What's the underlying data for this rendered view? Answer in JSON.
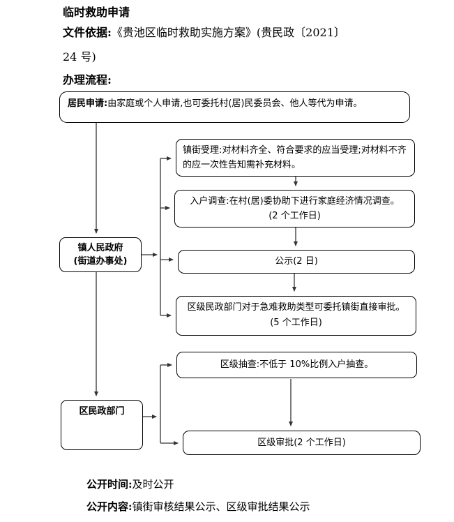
{
  "header": {
    "title": "临时救助申请",
    "basis_label": "文件依据:",
    "basis_text": "《贵池区临时救助实施方案》(贵民政〔2021〕",
    "basis_cont": "24 号)",
    "process_label": "办理流程:"
  },
  "flowchart": {
    "apply": {
      "label": "居民申请:",
      "text": "由家庭或个人申请,也可委托村(居)民委员会、他人等代为申请。"
    },
    "town": {
      "line1": "镇人民政府",
      "line2": "(街道办事处)"
    },
    "district": {
      "label": "区民政部门"
    },
    "accept": {
      "text": "镇街受理:对材料齐全、符合要求的应当受理;对材料不齐的应一次性告知需补充材料。"
    },
    "survey": {
      "line1": "入户调查:在村(居)委协助下进行家庭经济情况调查。",
      "line2": "(2 个工作日)"
    },
    "publicity": {
      "text": "公示(2 日)"
    },
    "delegate": {
      "line1": "区级民政部门对于急难救助类型可委托镇街直接审批。",
      "line2": "(5 个工作日)"
    },
    "spotcheck": {
      "text": "区级抽查:不低于 10%比例入户抽查。"
    },
    "approval": {
      "text": "区级审批(2 个工作日)"
    }
  },
  "footer": {
    "time_label": "公开时间:",
    "time_text": "及时公开",
    "content_label": "公开内容:",
    "content_text": "镇街审核结果公示、区级审批结果公示"
  },
  "colors": {
    "background": "#ffffff",
    "text": "#000000",
    "box_border": "#000000",
    "connector": "#333333"
  }
}
